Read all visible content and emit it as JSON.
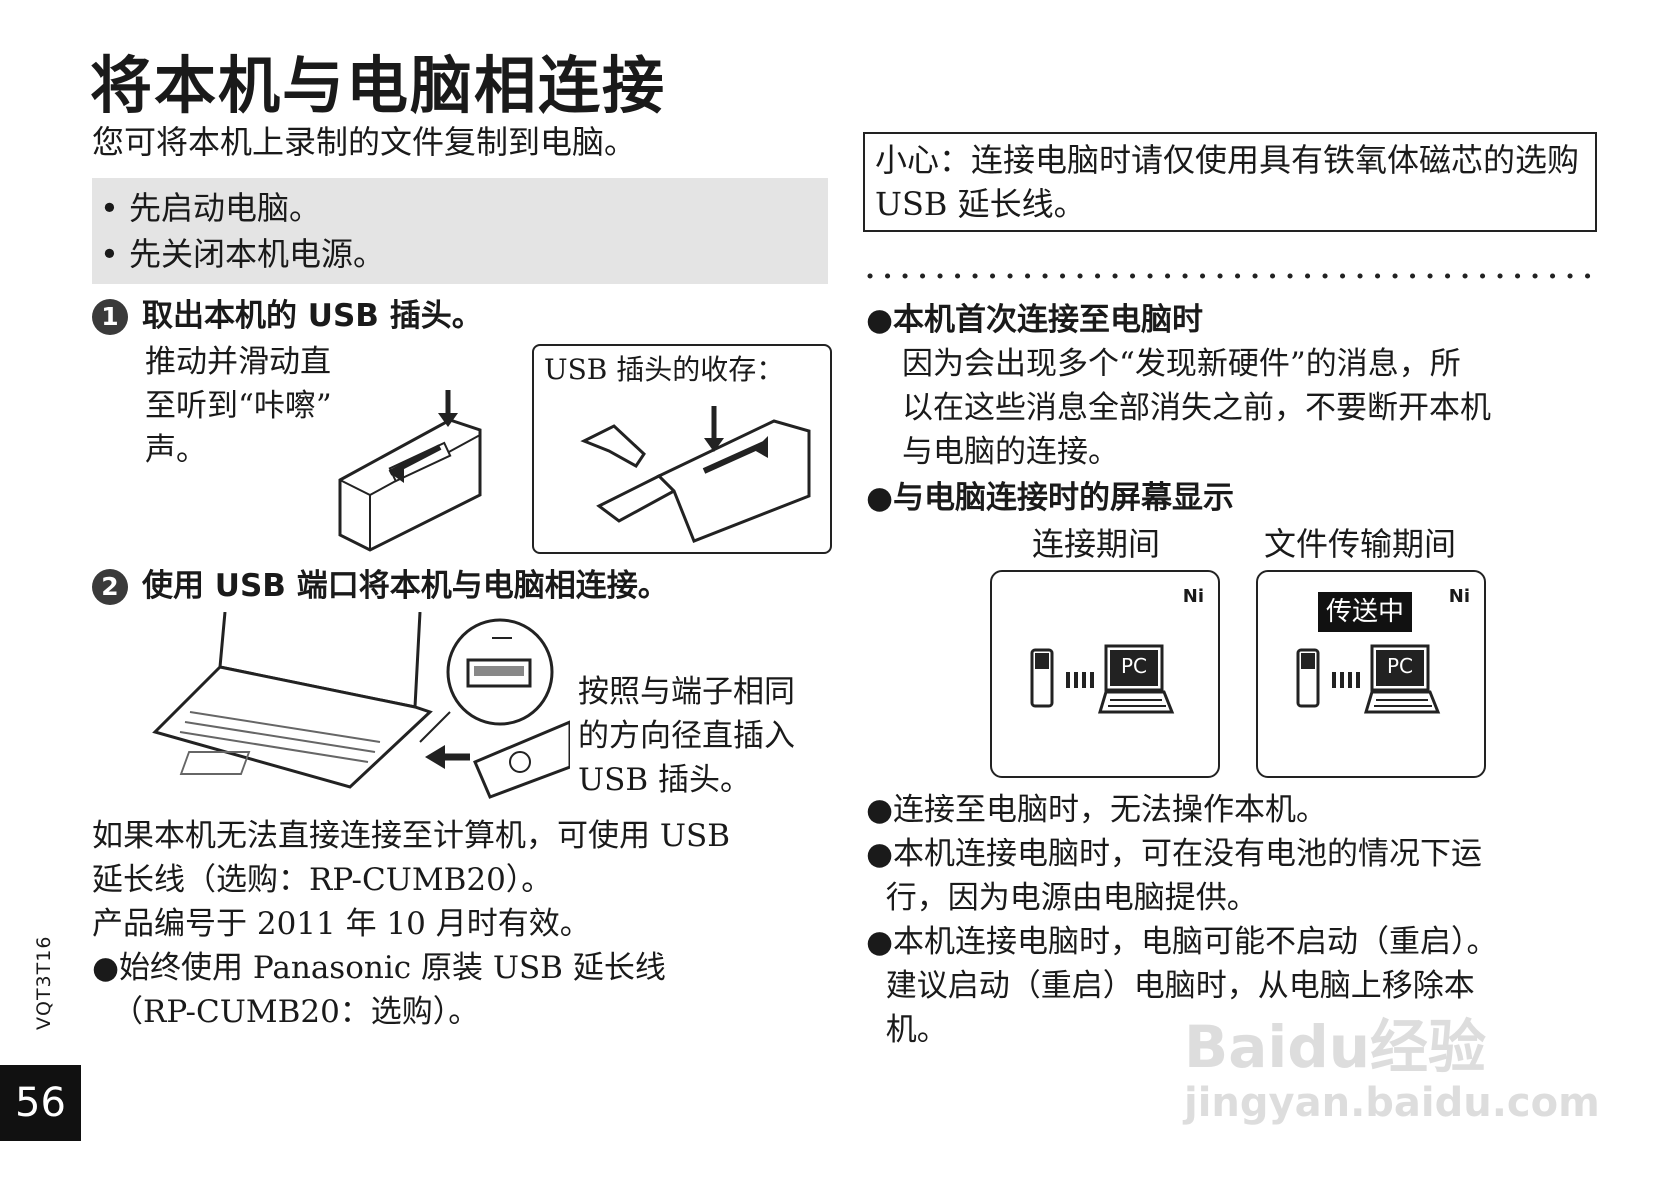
{
  "title": "将本机与电脑相连接",
  "intro": "您可将本机上录制的文件复制到电脑。",
  "prep": [
    "• 先启动电脑。",
    "• 先关闭本机电源。"
  ],
  "step1": {
    "num": "1",
    "heading": "取出本机的 USB 插头。",
    "text_lines": [
      "推动并滑动直",
      "至听到“咔嚓”",
      "声。"
    ],
    "storage_label": "USB 插头的收存："
  },
  "step2": {
    "num": "2",
    "heading": "使用 USB 端口将本机与电脑相连接。",
    "text_lines": [
      "按照与端子相同",
      "的方向径直插入",
      "USB 插头。"
    ]
  },
  "left_notes": [
    "如果本机无法直接连接至计算机，可使用 USB",
    "延长线（选购：RP-CUMB20）。",
    "产品编号于 2011 年 10 月时有效。",
    "●始终使用 Panasonic 原装 USB 延长线",
    "（RP-CUMB20：选购）。"
  ],
  "caution": "小心：连接电脑时请仅使用具有铁氧体磁芯的选购 USB 延长线。",
  "first_connect": {
    "heading": "●本机首次连接至电脑时",
    "lines": [
      "因为会出现多个“发现新硬件”的消息，所",
      "以在这些消息全部消失之前，不要断开本机",
      "与电脑的连接。"
    ]
  },
  "display": {
    "heading": "●与电脑连接时的屏幕显示",
    "screens": [
      {
        "caption": "连接期间",
        "battery": "Ni",
        "pc_label": "PC",
        "badge": ""
      },
      {
        "caption": "文件传输期间",
        "battery": "Ni",
        "pc_label": "PC",
        "badge": "传送中"
      }
    ]
  },
  "notes": [
    "●连接至电脑时，无法操作本机。",
    "●本机连接电脑时，可在没有电池的情况下运",
    "  行，因为电源由电脑提供。",
    "●本机连接电脑时，电脑可能不启动（重启）。",
    "  建议启动（重启）电脑时，从电脑上移除本",
    "  机。"
  ],
  "model_code": "VQT3T16",
  "page_number": "56",
  "watermark": {
    "line1": "Baidu经验",
    "line2": "jingyan.baidu.com"
  }
}
